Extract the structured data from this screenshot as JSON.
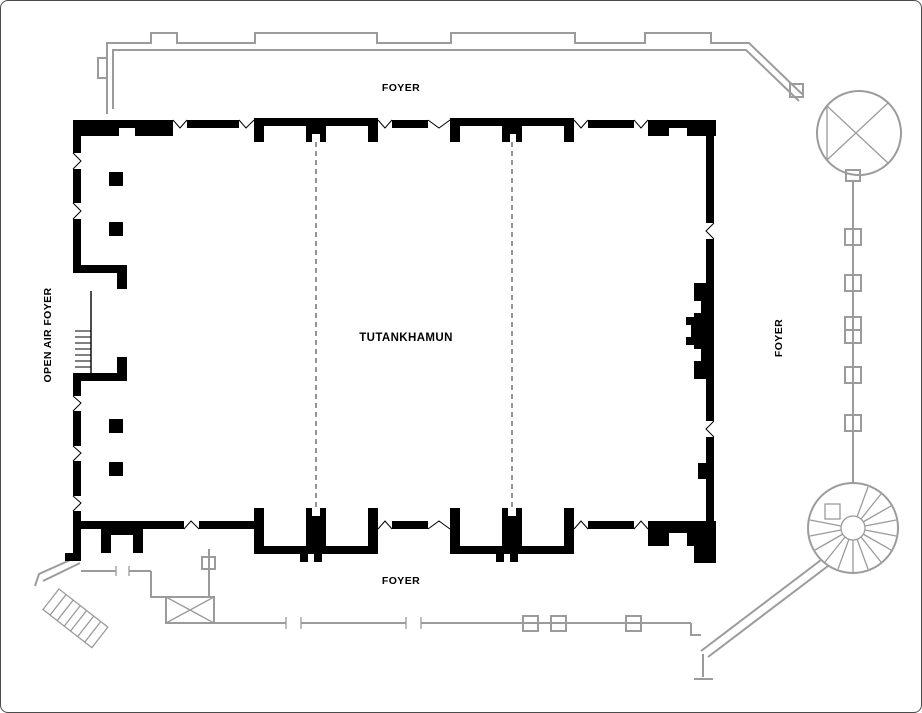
{
  "plan": {
    "hall_label": "TUTANKHAMUN",
    "foyer_top_label": "FOYER",
    "foyer_bottom_label": "FOYER",
    "foyer_right_label": "FOYER",
    "open_air_foyer_label": "OPEN AIR FOYER"
  },
  "colors": {
    "wall": "#000000",
    "outer_wall": "#9b9b9b",
    "dashed_divider": "#2a2a2a",
    "background": "#ffffff",
    "frame": "#4b4b4b"
  }
}
